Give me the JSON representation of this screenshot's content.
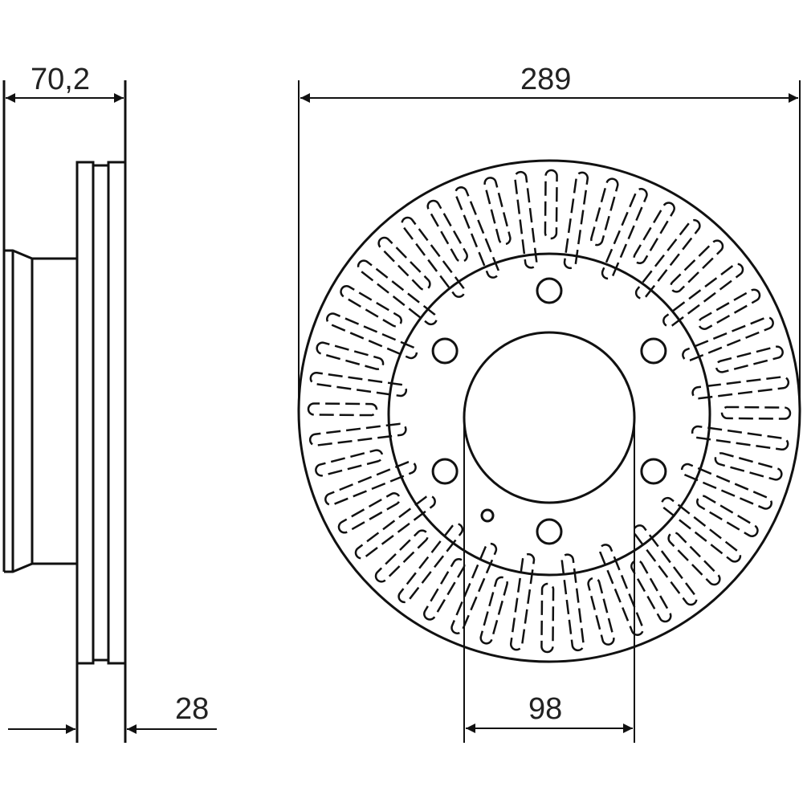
{
  "dimensions": {
    "hat_height": "70,2",
    "diameter": "289",
    "thickness": "28",
    "center_bore": "98"
  },
  "disc": {
    "vane_count": 48,
    "bolt_hole_count": 6
  },
  "colors": {
    "line": "#111111",
    "background": "#ffffff"
  }
}
